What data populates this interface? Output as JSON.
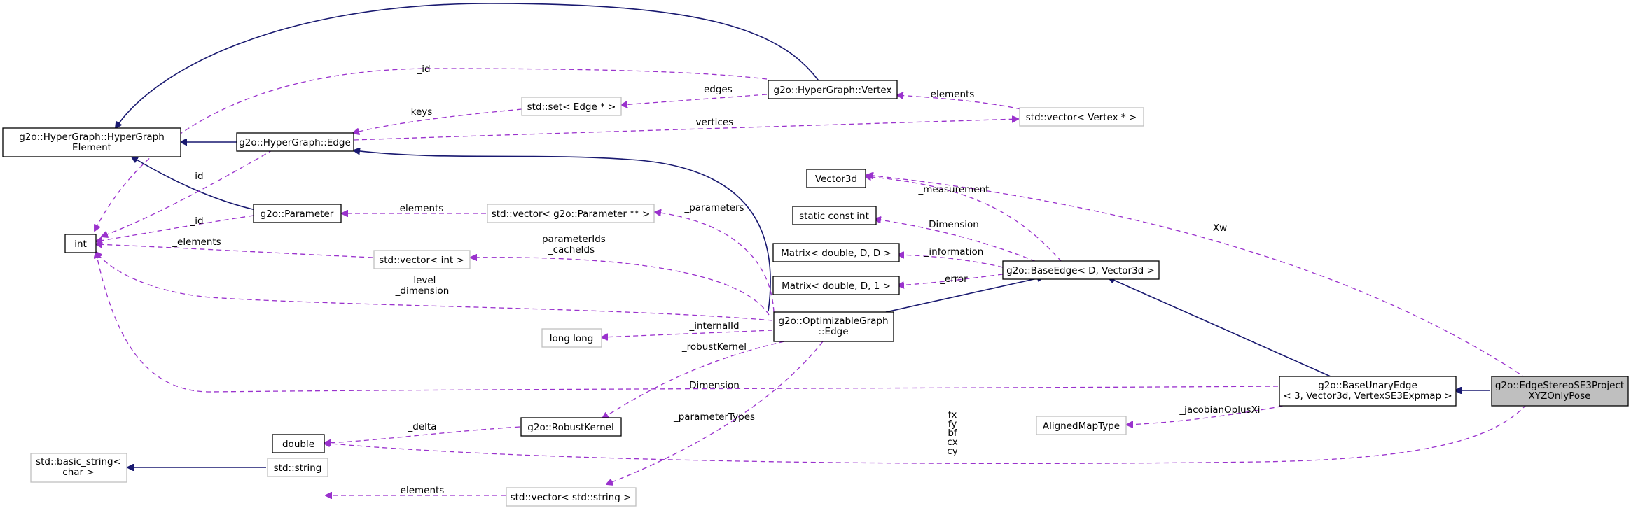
{
  "colors": {
    "inheritance": "#191970",
    "usage": "#9a32cd",
    "focus_fill": "#bfbfbf",
    "template_border": "#bfbfbf",
    "class_border": "#000000"
  },
  "nodes": {
    "hypergraph_element": [
      "g2o::HyperGraph::HyperGraph",
      "Element"
    ],
    "hypergraph_vertex": [
      "g2o::HyperGraph::Vertex"
    ],
    "hypergraph_edge": [
      "g2o::HyperGraph::Edge"
    ],
    "std_set_edge": [
      "std::set< Edge * >"
    ],
    "std_vector_vertex": [
      "std::vector< Vertex * >"
    ],
    "vector3d": [
      "Vector3d"
    ],
    "static_const_int": [
      "static const int"
    ],
    "matrix_dd": [
      "Matrix< double, D, D >"
    ],
    "matrix_d1": [
      "Matrix< double, D, 1 >"
    ],
    "int": [
      "int"
    ],
    "parameter": [
      "g2o::Parameter"
    ],
    "std_vector_parameter": [
      "std::vector< g2o::Parameter ** >"
    ],
    "std_vector_int": [
      "std::vector< int >"
    ],
    "long_long": [
      "long long"
    ],
    "base_edge": [
      "g2o::BaseEdge< D, Vector3d >"
    ],
    "optimizable_edge": [
      "g2o::OptimizableGraph",
      "::Edge"
    ],
    "base_unary_edge": [
      "g2o::BaseUnaryEdge",
      "< 3, Vector3d, VertexSE3Expmap >"
    ],
    "edge_stereo": [
      "g2o::EdgeStereoSE3Project",
      "XYZOnlyPose"
    ],
    "aligned_map_type": [
      "AlignedMapType"
    ],
    "double": [
      "double"
    ],
    "robust_kernel": [
      "g2o::RobustKernel"
    ],
    "basic_string": [
      "std::basic_string<",
      "char >"
    ],
    "std_string": [
      "std::string"
    ],
    "std_vector_string": [
      "std::vector< std::string >"
    ]
  },
  "edge_labels": {
    "vertex_id": [
      "_id"
    ],
    "edges": [
      "_edges"
    ],
    "elements_vertex": [
      "elements"
    ],
    "keys": [
      "keys"
    ],
    "vertices": [
      "_vertices"
    ],
    "edge_id": [
      "_id"
    ],
    "param_id": [
      "_id"
    ],
    "elements_param": [
      "elements"
    ],
    "parameters": [
      "_parameters"
    ],
    "elements_int": [
      "_elements"
    ],
    "param_ids": [
      "_parameterIds",
      "_cacheIds"
    ],
    "level_dim": [
      "_level",
      "_dimension"
    ],
    "internal_id": [
      "_internalId"
    ],
    "robust_kernel": [
      "_robustKernel"
    ],
    "measurement": [
      "_measurement"
    ],
    "dimension": [
      "Dimension"
    ],
    "information": [
      "_information"
    ],
    "error": [
      "_error"
    ],
    "xw": [
      "Xw"
    ],
    "unary_dimension": [
      "Dimension"
    ],
    "jacobian": [
      "_jacobianOplusXi"
    ],
    "delta": [
      "_delta"
    ],
    "parameter_types": [
      "_parameterTypes"
    ],
    "intrinsics": [
      "fx",
      "fy",
      "bf",
      "cx",
      "cy"
    ],
    "elements_string": [
      "elements"
    ]
  }
}
